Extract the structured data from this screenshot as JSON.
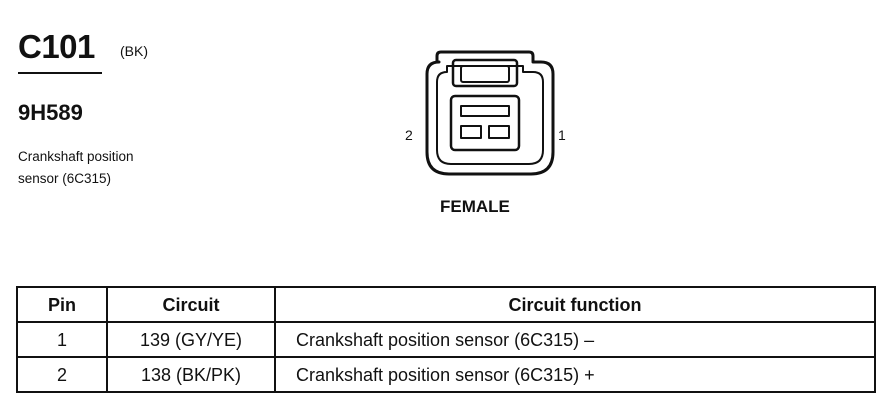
{
  "connector": {
    "id": "C101",
    "color_code": "(BK)",
    "part_number": "9H589",
    "description_lines": [
      "Crankshaft position",
      "sensor (6C315)"
    ]
  },
  "diagram": {
    "pin_left_label": "2",
    "pin_right_label": "1",
    "gender": "FEMALE"
  },
  "table": {
    "headers": [
      "Pin",
      "Circuit",
      "Circuit function"
    ],
    "rows": [
      {
        "pin": "1",
        "circuit": "139 (GY/YE)",
        "function": "Crankshaft position sensor (6C315) –"
      },
      {
        "pin": "2",
        "circuit": "138 (BK/PK)",
        "function": "Crankshaft position sensor (6C315) +"
      }
    ]
  }
}
